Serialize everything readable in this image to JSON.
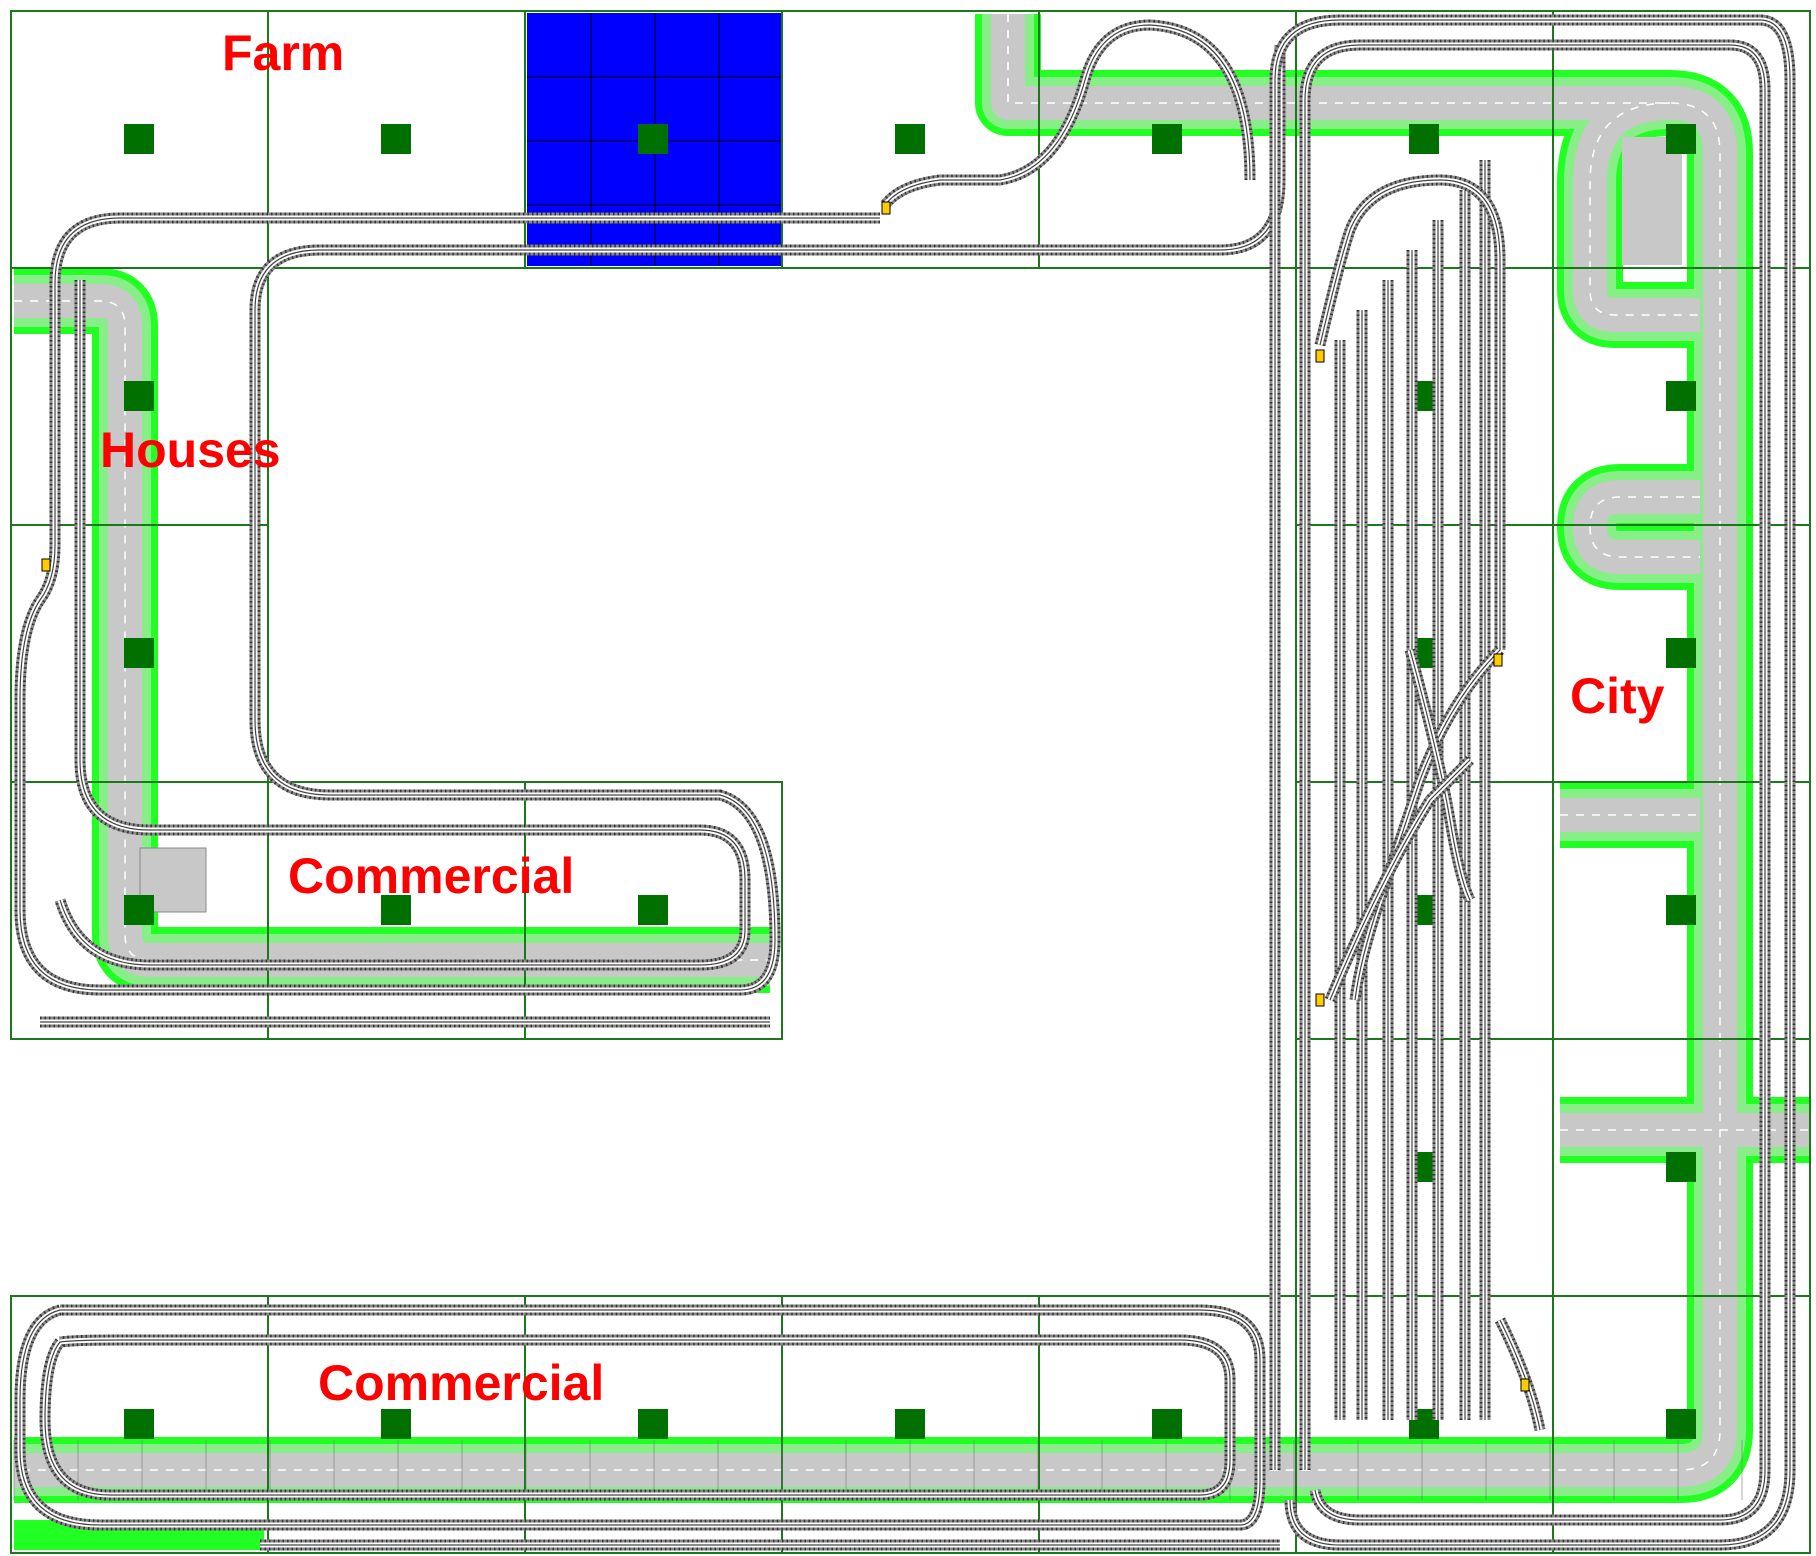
{
  "zones": [
    {
      "id": "farm",
      "label": "Farm"
    },
    {
      "id": "houses",
      "label": "Houses"
    },
    {
      "id": "commercial-mid",
      "label": "Commercial"
    },
    {
      "id": "city",
      "label": "City"
    },
    {
      "id": "commercial-bottom",
      "label": "Commercial"
    }
  ],
  "colors": {
    "baseplate_border": "#1a7a1a",
    "marker": "#007000",
    "water": "#0000ff",
    "road_grass": "#22ff22",
    "road_edge": "#88ee88",
    "road_asphalt": "#c8c8c8",
    "track_rail": "#444444",
    "track_sleeper": "#888888",
    "label": "#ff0000",
    "signal": "#ffcc00"
  },
  "icons": {
    "signal": "signal-icon",
    "marker": "baseplate-marker-icon"
  }
}
